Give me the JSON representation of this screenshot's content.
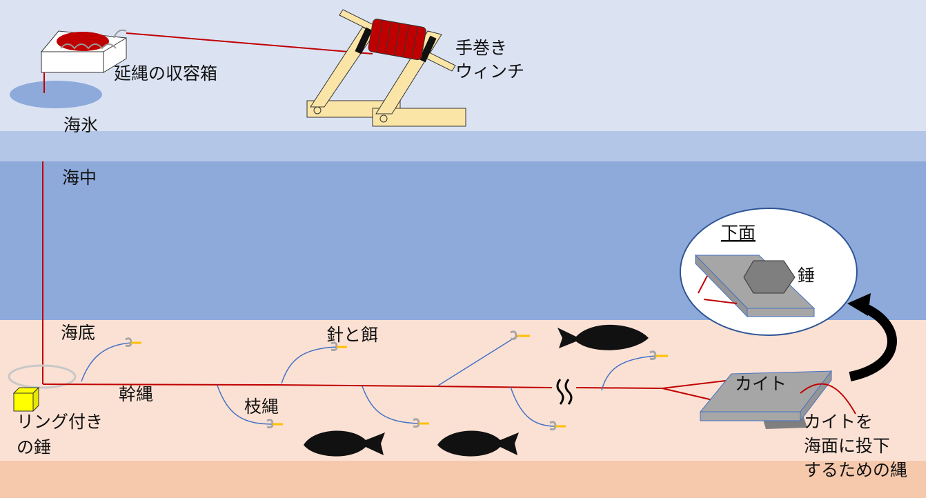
{
  "labels": {
    "box": "延縄の収容箱",
    "winch_line1": "手巻き",
    "winch_line2": "ウィンチ",
    "sea_ice": "海氷",
    "mid_sea": "海中",
    "seabed": "海底",
    "hook_bait": "針と餌",
    "main_line": "幹縄",
    "branch_line": "枝縄",
    "ring_weight_line1": "リング付き",
    "ring_weight_line2": "の錘",
    "kite": "カイト",
    "kite_rope_line1": "カイトを",
    "kite_rope_line2": "海面に投下",
    "kite_rope_line3": "するための縄",
    "inset_title": "下面",
    "inset_weight": "錘"
  },
  "colors": {
    "sky": "#dbe3f3",
    "ice_band": "#b4c6e7",
    "sea": "#8eaadb",
    "seabed": "#fbe1d4",
    "seabed_bottom": "#f6c9ad",
    "rope": "#c00000",
    "branch": "#4472c4",
    "hook": "#a6a6a6",
    "bait": "#ffc000",
    "fish": "#111111",
    "winch_wood": "#fbe5a6",
    "kite": "#a6a6a6",
    "weight_cube": "#ffff00"
  }
}
